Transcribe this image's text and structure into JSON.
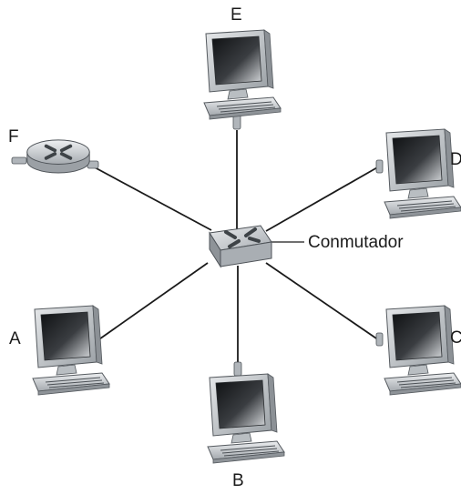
{
  "diagram": {
    "switch": {
      "label": "Conmutador"
    },
    "nodes": [
      {
        "id": "E",
        "label": "E",
        "kind": "computer"
      },
      {
        "id": "F",
        "label": "F",
        "kind": "router"
      },
      {
        "id": "D",
        "label": "D",
        "kind": "computer"
      },
      {
        "id": "A",
        "label": "A",
        "kind": "computer"
      },
      {
        "id": "C",
        "label": "C",
        "kind": "computer"
      },
      {
        "id": "B",
        "label": "B",
        "kind": "computer"
      }
    ],
    "colors": {
      "link": "#1a1a1a",
      "device_body": "#c9ccd0",
      "device_dark": "#8e9398",
      "screen_dark": "#1b1d20",
      "screen_light": "#d6d9dc"
    }
  }
}
